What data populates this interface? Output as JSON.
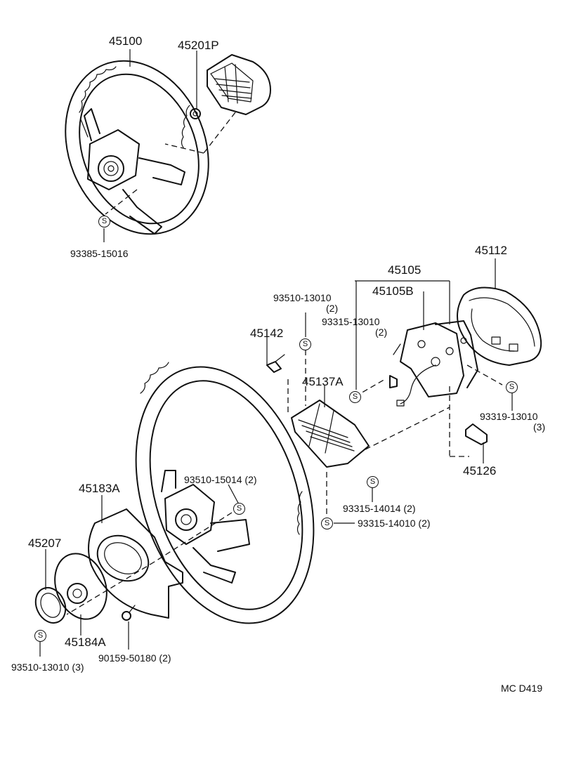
{
  "parts": {
    "steering_wheel_top": "45100",
    "horn_pad_top": "45201P",
    "screw_93385": "93385-15016",
    "spoke_cover": "45112",
    "horn_assembly": "45105",
    "horn_plate": "45105B",
    "screw_93510_13010_pad": "93510-13010",
    "qty_93510_13010_pad": "(2)",
    "screw_93315_13010": "93315-13010",
    "qty_93315_13010": "(2)",
    "clip_45142": "45142",
    "pad_45137A": "45137A",
    "screw_93319": "93319-13010",
    "qty_93319": "(3)",
    "bracket_45126": "45126",
    "screw_93510_15014": "93510-15014 (2)",
    "screw_93315_14014": "93315-14014 (2)",
    "screw_93315_14010": "93315-14010 (2)",
    "cover_45183A": "45183A",
    "ring_45207": "45207",
    "boss_45184A": "45184A",
    "screw_93510_13010_ring": "93510-13010 (3)",
    "bolt_90159": "90159-50180 (2)"
  },
  "screw_symbol": "S",
  "footer_code": "MC  D419"
}
